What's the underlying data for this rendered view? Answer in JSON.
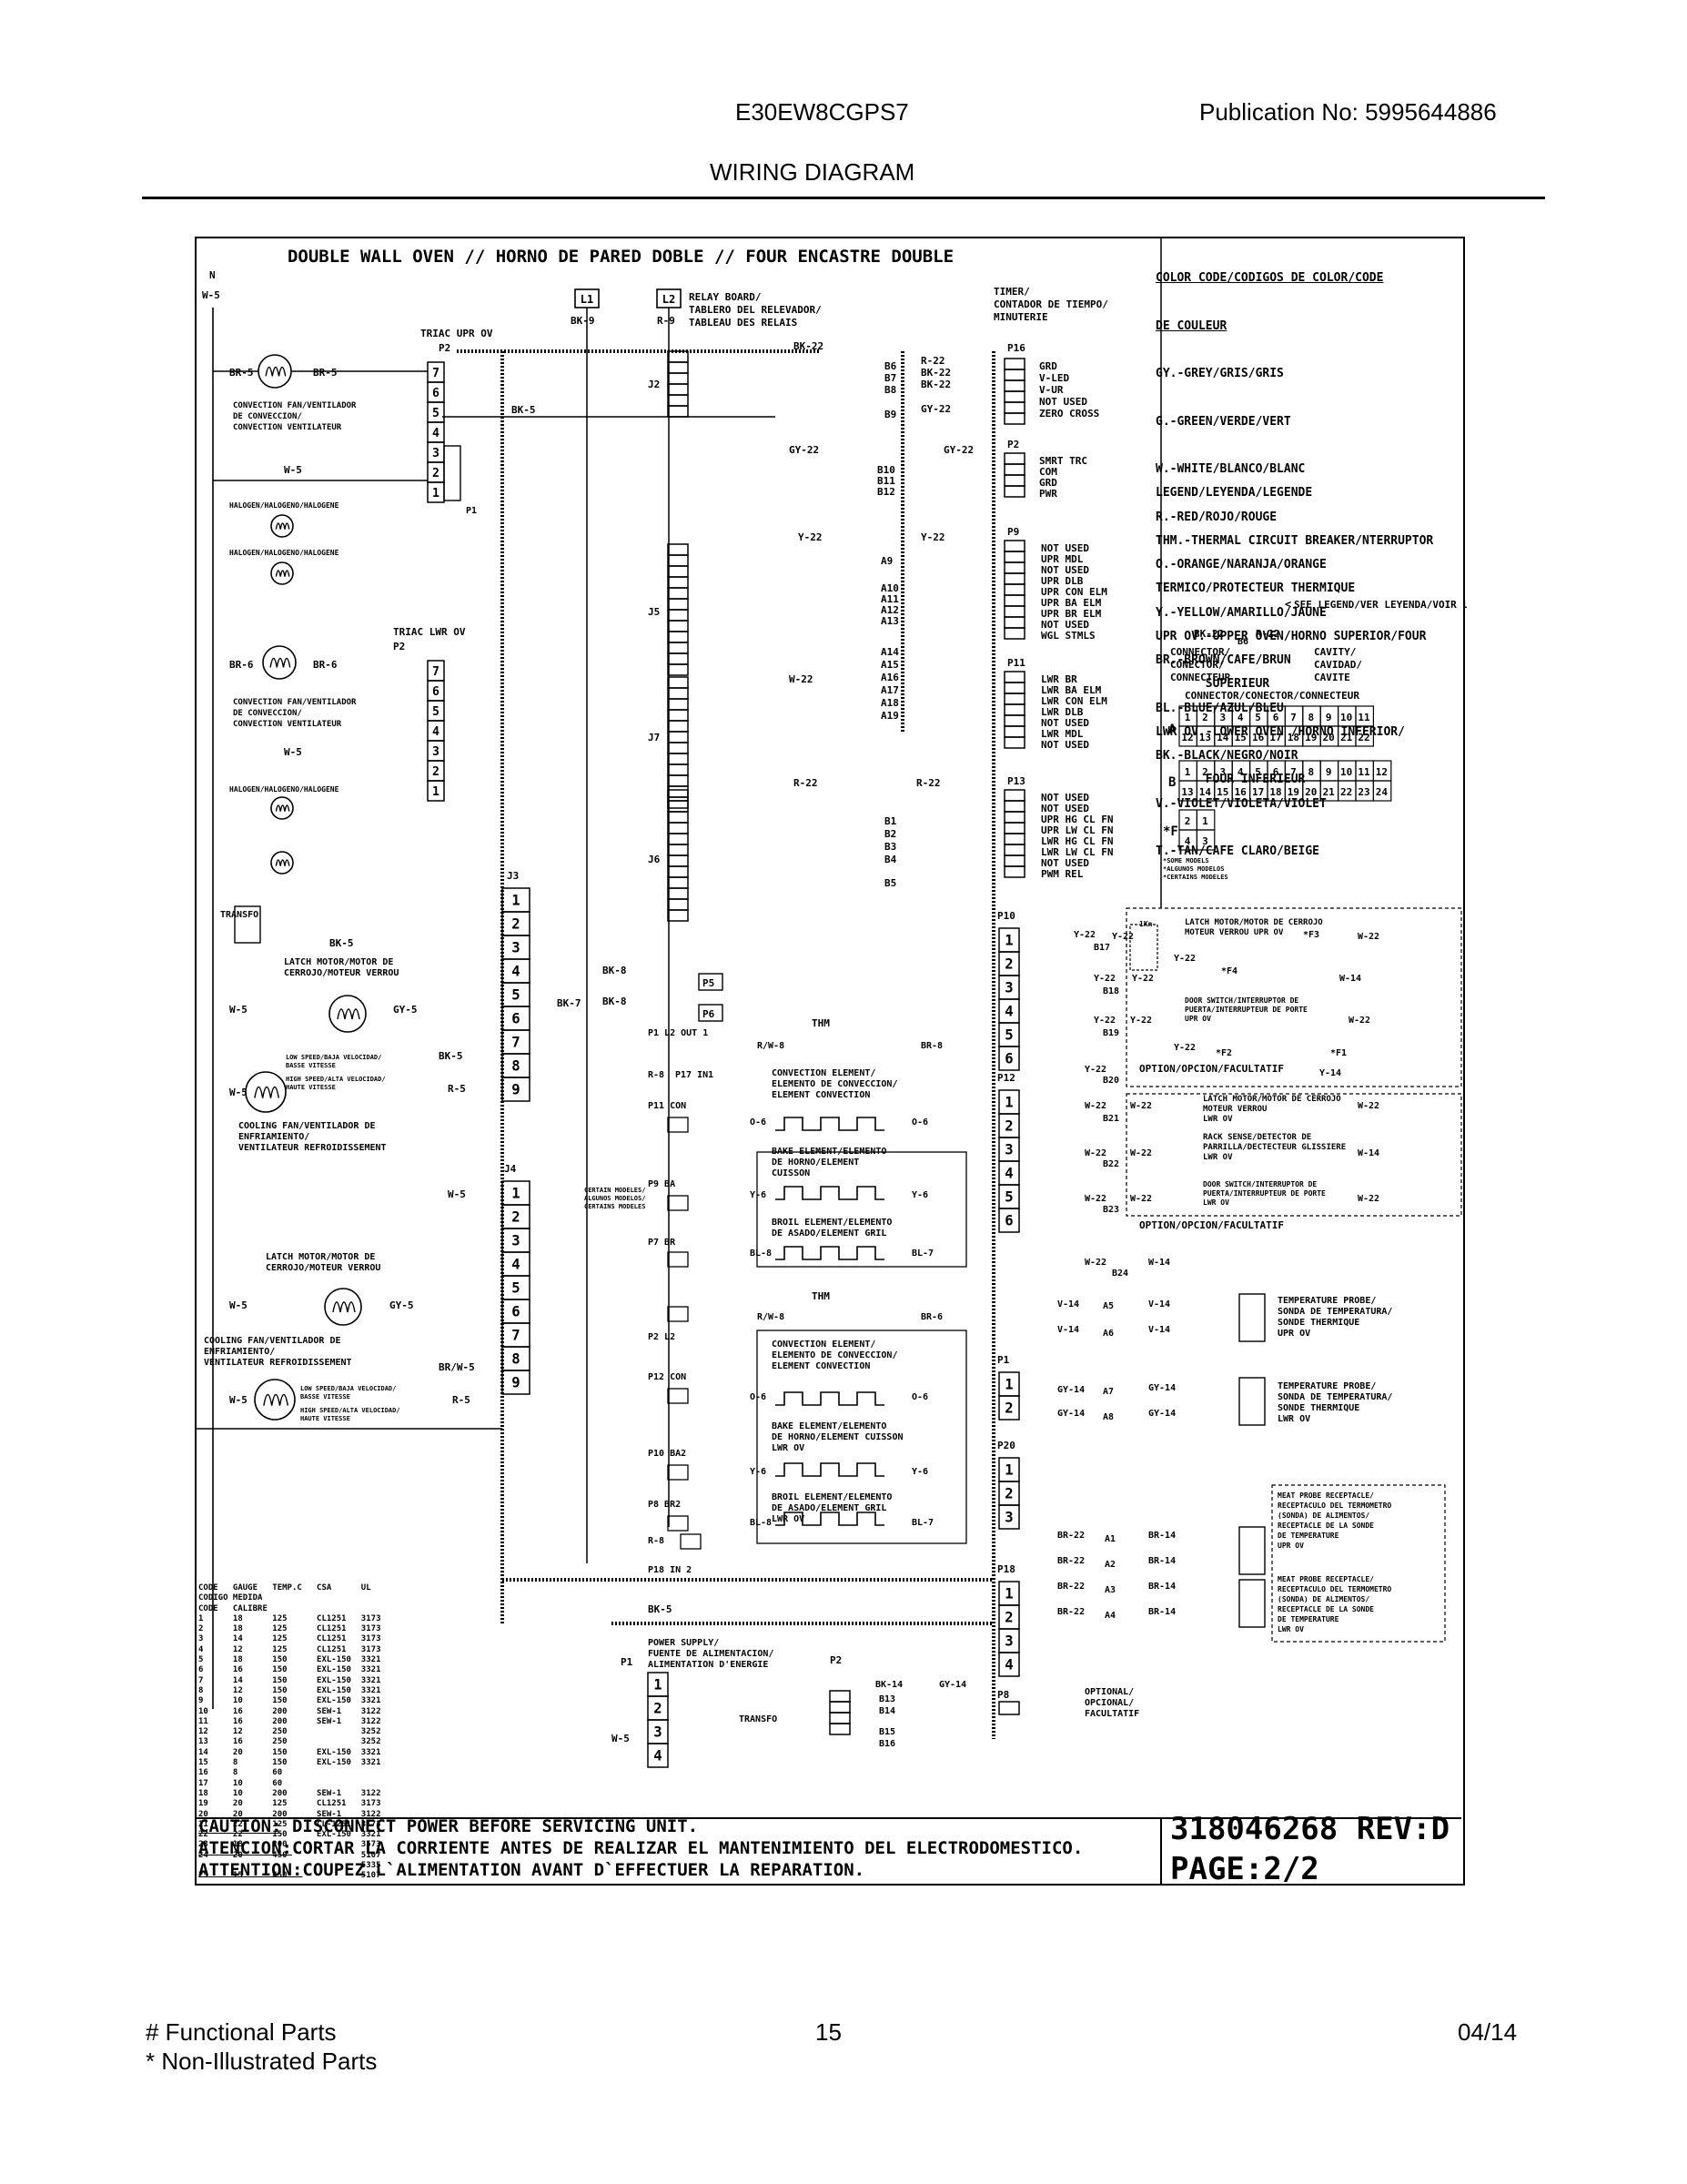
{
  "header": {
    "model": "E30EW8CGPS7",
    "publication": "Publication No:  5995644886",
    "section_title": "WIRING DIAGRAM"
  },
  "footer": {
    "functional_parts": "# Functional Parts",
    "non_illustrated": "* Non-Illustrated Parts",
    "page_number": "15",
    "date": "04/14"
  },
  "diagram": {
    "title": "DOUBLE WALL OVEN // HORNO DE PARED DOBLE // FOUR ENCASTRE DOUBLE",
    "neutral": "N",
    "w5": "W-5",
    "l1": "L1",
    "l2": "L2",
    "bk9": "BK-9",
    "r9": "R-9",
    "relay_board": [
      "RELAY BOARD/",
      "TABLERO DEL RELEVADOR/",
      "TABLEAU  DES RELAIS"
    ],
    "timer": [
      "TIMER/",
      "CONTADOR DE TIEMPO/",
      "MINUTERIE"
    ],
    "triac_upr": "TRIAC UPR OV",
    "triac_lwr": "TRIAC LWR OV",
    "p2": "P2",
    "p1": "P1",
    "j2": "J2",
    "j3": "J3",
    "j4": "J4",
    "j5": "J5",
    "j6": "J6",
    "j7": "J7",
    "upper_components": [
      "CONVECTION FAN/VENTILADOR",
      "DE CONVECCION/",
      "CONVECTION VENTILATEUR"
    ],
    "halogen": "HALOGEN/HALOGENO/HALOGENE",
    "transfo": "TRANSFO",
    "latch_motor": [
      "LATCH MOTOR/MOTOR DE",
      "CERROJO/MOTEUR VERROU"
    ],
    "low_speed": [
      "LOW SPEED/BAJA VELOCIDAD/",
      "BASSE VITESSE"
    ],
    "high_speed": [
      "HIGH SPEED/ALTA VELOCIDAD/",
      "HAUTE VITESSE"
    ],
    "cooling_fan": [
      "COOLING FAN/VENTILADOR DE",
      "ENFRIAMIENTO/",
      "VENTILATEUR REFROIDISSEMENT"
    ],
    "certain_models": [
      "CERTAIN MODELES/",
      "ALGUNOS MODELOS/",
      "CERTAINS MODELES"
    ],
    "relay_pins_top": [
      "B6",
      "B7",
      "B8",
      "B9"
    ],
    "relay_wires_top": [
      "R-22",
      "BK-22",
      "BK-22",
      "GY-22"
    ],
    "p16_labels": [
      "GRD",
      "V-LED",
      "V-UR",
      "NOT USED",
      "ZERO CROSS"
    ],
    "p2_labels": [
      "SMRT TRC",
      "COM",
      "GRD",
      "PWR"
    ],
    "b_pins_mid": [
      "B10",
      "B11",
      "B12"
    ],
    "a_pins": [
      "A9",
      "A10",
      "A11",
      "A12",
      "A13",
      "A14",
      "A15",
      "A16",
      "A17",
      "A18",
      "A19"
    ],
    "p9_labels": [
      "NOT USED",
      "UPR MDL",
      "NOT USED",
      "UPR DLB",
      "UPR CON ELM",
      "UPR BA ELM",
      "UPR BR ELM",
      "NOT USED",
      "WGL STMLS"
    ],
    "p11_labels": [
      "LWR BR",
      "LWR BA ELM",
      "LWR CON ELM",
      "LWR DLB",
      "NOT USED",
      "LWR MDL",
      "NOT USED"
    ],
    "p13_labels": [
      "NOT USED",
      "NOT USED",
      "UPR HG CL FN",
      "UPR LW CL FN",
      "LWR HG CL FN",
      "LWR LW CL FN",
      "NOT USED",
      "PWM REL"
    ],
    "b_pins_low": [
      "B1",
      "B2",
      "B3",
      "B4",
      "B5"
    ],
    "convection_element": [
      "CONVECTION ELEMENT/",
      "ELEMENTO DE CONVECCION/",
      "ELEMENT CONVECTION"
    ],
    "bake_element": [
      "BAKE ELEMENT/ELEMENTO",
      "DE HORNO/ELEMENT",
      "CUISSON"
    ],
    "broil_element": [
      "BROIL ELEMENT/ELEMENTO",
      "DE ASADO/ELEMENT GRIL"
    ],
    "bake_element_lwr": [
      "BAKE ELEMENT/ELEMENTO",
      "DE HORNO/ELEMENT CUISSON",
      "LWR OV"
    ],
    "broil_element_lwr": [
      "BROIL ELEMENT/ELEMENTO",
      "DE ASADO/ELEMENT GRIL",
      "LWR OV"
    ],
    "thm": "THM",
    "power_supply": [
      "POWER SUPPLY/",
      "FUENTE DE ALIMENTACION/",
      "ALIMENTATION D'ENERGIE"
    ],
    "latch_upr": [
      "LATCH MOTOR/MOTOR DE CERROJO",
      "MOTEUR VERROU UPR OV"
    ],
    "door_switch": [
      "DOOR SWITCH/INTERRUPTOR DE",
      "PUERTA/INTERRUPTEUR DE PORTE",
      "UPR OV"
    ],
    "option": "OPTION/OPCION/FACULTATIF",
    "latch_lwr": [
      "LATCH MOTOR/MOTOR DE CERROJO",
      "MOTEUR VERROU",
      "LWR OV"
    ],
    "rack_sense": [
      "RACK SENSE/DETECTOR DE",
      "PARRILLA/DECTECTEUR GLISSIERE",
      "LWR OV"
    ],
    "door_switch_lwr": [
      "DOOR SWITCH/INTERRUPTOR DE",
      "PUERTA/INTERRUPTEUR DE PORTE",
      "LWR OV"
    ],
    "temp_probe_upr": [
      "TEMPERATURE PROBE/",
      "SONDA DE TEMPERATURA/",
      "SONDE THERMIQUE",
      "UPR OV"
    ],
    "temp_probe_lwr": [
      "TEMPERATURE PROBE/",
      "SONDA DE TEMPERATURA/",
      "SONDE THERMIQUE",
      "LWR OV"
    ],
    "meat_probe_upr": [
      "MEAT PROBE RECEPTACLE/",
      "RECEPTACULO DEL TERMOMETRO",
      "(SONDA) DE ALIMENTOS/",
      "RECEPTACLE DE LA SONDE",
      "DE TEMPERATURE",
      "UPR OV"
    ],
    "meat_probe_lwr": [
      "MEAT PROBE RECEPTACLE/",
      "RECEPTACULO DEL TERMOMETRO",
      "(SONDA) DE ALIMENTOS/",
      "RECEPTACLE DE LA SONDE",
      "DE TEMPERATURE",
      "LWR OV"
    ],
    "optional": [
      "OPTIONAL/",
      "OPCIONAL/",
      "FACULTATIF"
    ]
  },
  "color_code": {
    "title": [
      "COLOR CODE/CODIGOS DE COLOR/CODE",
      "DE COULEUR"
    ],
    "entries": [
      "GY.-GREY/GRIS/GRIS",
      "G.-GREEN/VERDE/VERT",
      "W.-WHITE/BLANCO/BLANC",
      "R.-RED/ROJO/ROUGE",
      "O.-ORANGE/NARANJA/ORANGE",
      "Y.-YELLOW/AMARILLO/JAUNE",
      "BR.-BROWN/CAFE/BRUN",
      "BL.-BLUE/AZUL/BLEU",
      "BK.-BLACK/NEGRO/NOIR",
      "V.-VIOLET/VIOLETA/VIOLET",
      "T.-TAN/CAFE CLARO/BEIGE"
    ]
  },
  "legend": {
    "title": "LEGEND/LEYENDA/LEGENDE",
    "lines": [
      "THM.-THERMAL CIRCUIT BREAKER/NTERRUPTOR",
      "TERMICO/PROTECTEUR THERMIQUE",
      "UPR OV.-UPPER OVEN/HORNO SUPERIOR/FOUR",
      "       SUPERIEUR",
      "LWR OV.-LOWER OVEN /HORNO INFERIOR/",
      "       FOUR INFERIEUR"
    ],
    "see_legend": "SEE LEGEND/VER LEYENDA/VOIR LEGENDE",
    "bk22": "BK-22",
    "b6": "B6",
    "r22": "R-22",
    "connector": [
      "CONNECTOR/",
      "CONECTOR/",
      "CONNECTEUR"
    ],
    "cavity": [
      "CAVITY/",
      "CAVIDAD/",
      "CAVITE"
    ],
    "connector_title": "CONNECTOR/CONECTOR/CONNECTEUR",
    "a_label": "A",
    "b_label": "B",
    "f_label": "*F",
    "a_row1": [
      "1",
      "2",
      "3",
      "4",
      "5",
      "6",
      "7",
      "8",
      "9",
      "10",
      "11"
    ],
    "a_row2": [
      "12",
      "13",
      "14",
      "15",
      "16",
      "17",
      "18",
      "19",
      "20",
      "21",
      "22"
    ],
    "b_row1": [
      "1",
      "2",
      "3",
      "4",
      "5",
      "6",
      "7",
      "8",
      "9",
      "10",
      "11",
      "12"
    ],
    "b_row2": [
      "13",
      "14",
      "15",
      "16",
      "17",
      "18",
      "19",
      "20",
      "21",
      "22",
      "23",
      "24"
    ],
    "f_row1": [
      "2",
      "1"
    ],
    "f_row2": [
      "4",
      "3"
    ],
    "some_models": [
      "*SOME MODELS",
      "*ALGUNOS MODELOS",
      "*CERTAINS MODELES"
    ]
  },
  "gauge_table": {
    "headers": [
      "CODE",
      "GAUGE",
      "TEMP.C",
      "CSA",
      "UL"
    ],
    "headers2": [
      "CODIGO",
      "MEDIDA",
      "",
      "",
      ""
    ],
    "headers3": [
      "CODE",
      "CALIBRE",
      "",
      "",
      ""
    ],
    "rows": [
      [
        "1",
        "18",
        "125",
        "CL1251",
        "3173"
      ],
      [
        "2",
        "18",
        "125",
        "CL1251",
        "3173"
      ],
      [
        "3",
        "14",
        "125",
        "CL1251",
        "3173"
      ],
      [
        "4",
        "12",
        "125",
        "CL1251",
        "3173"
      ],
      [
        "5",
        "18",
        "150",
        "EXL-150",
        "3321"
      ],
      [
        "6",
        "16",
        "150",
        "EXL-150",
        "3321"
      ],
      [
        "7",
        "14",
        "150",
        "EXL-150",
        "3321"
      ],
      [
        "8",
        "12",
        "150",
        "EXL-150",
        "3321"
      ],
      [
        "9",
        "10",
        "150",
        "EXL-150",
        "3321"
      ],
      [
        "10",
        "16",
        "200",
        "SEW-1",
        "3122"
      ],
      [
        "11",
        "16",
        "200",
        "SEW-1",
        "3122"
      ],
      [
        "12",
        "12",
        "250",
        "",
        "3252"
      ],
      [
        "13",
        "16",
        "250",
        "",
        "3252"
      ],
      [
        "14",
        "20",
        "150",
        "EXL-150",
        "3321"
      ],
      [
        "15",
        "8",
        "150",
        "EXL-150",
        "3321"
      ],
      [
        "16",
        "8",
        "60",
        "",
        ""
      ],
      [
        "17",
        "10",
        "60",
        "",
        ""
      ],
      [
        "18",
        "10",
        "200",
        "SEW-1",
        "3122"
      ],
      [
        "19",
        "20",
        "125",
        "CL1251",
        "3173"
      ],
      [
        "20",
        "20",
        "200",
        "SEW-1",
        "3122"
      ],
      [
        "21",
        "22",
        "125",
        "CL-1251",
        "3173"
      ],
      [
        "22",
        "22",
        "150",
        "EXL-150",
        "3321"
      ],
      [
        "23",
        "18",
        "200",
        "",
        "3573"
      ],
      [
        "24",
        "20",
        "450",
        "",
        "5107"
      ],
      [
        "",
        "",
        "",
        "",
        "5335"
      ],
      [
        "25",
        "15",
        "450",
        "",
        "5107"
      ]
    ]
  },
  "caution": {
    "l1_key": "CAUTION:",
    "l1_text": " DISCONNECT POWER BEFORE SERVICING UNIT.",
    "l2_key": "ATENCION:",
    "l2_text": "CORTAR LA CORRIENTE ANTES DE REALIZAR EL MANTENIMIENTO DEL ELECTRODOMESTICO.",
    "l3_key": "ATTENTION:",
    "l3_text": "COUPEZ L`ALIMENTATION AVANT D`EFFECTUER LA REPARATION."
  },
  "document": {
    "number": "318046268 REV:D",
    "page": "PAGE:2/2"
  }
}
